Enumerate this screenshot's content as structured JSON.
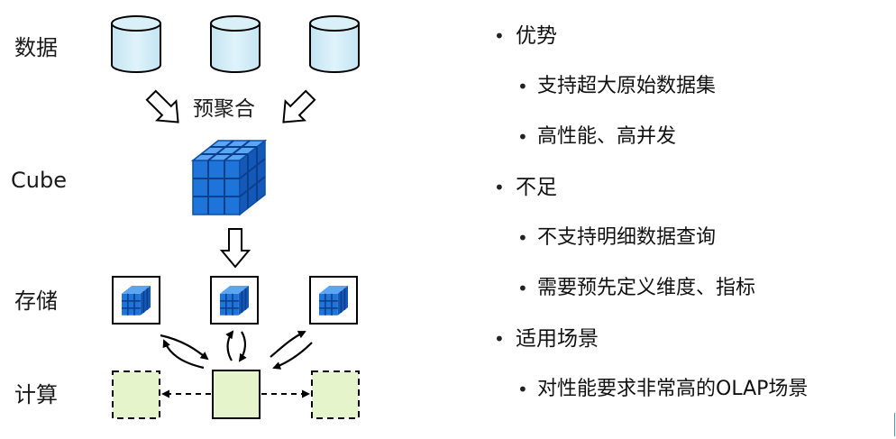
{
  "diagram": {
    "labels": {
      "data": "数据",
      "cube": "Cube",
      "storage": "存储",
      "compute": "计算"
    },
    "preaggregate": "预聚合"
  },
  "bullets": [
    {
      "level": 1,
      "text": "优势"
    },
    {
      "level": 2,
      "text": "支持超大原始数据集"
    },
    {
      "level": 2,
      "text": "高性能、高并发"
    },
    {
      "level": 1,
      "text": "不足"
    },
    {
      "level": 2,
      "text": "不支持明细数据查询"
    },
    {
      "level": 2,
      "text": "需要预先定义维度、指标"
    },
    {
      "level": 1,
      "text": "适用场景"
    },
    {
      "level": 2,
      "text": "对性能要求非常高的OLAP场景"
    }
  ],
  "colors": {
    "database_fill": "#d2ecf6",
    "cube_blue": "#1f74d9",
    "compute_fill": "#e6f4cc",
    "stroke": "#000000"
  }
}
